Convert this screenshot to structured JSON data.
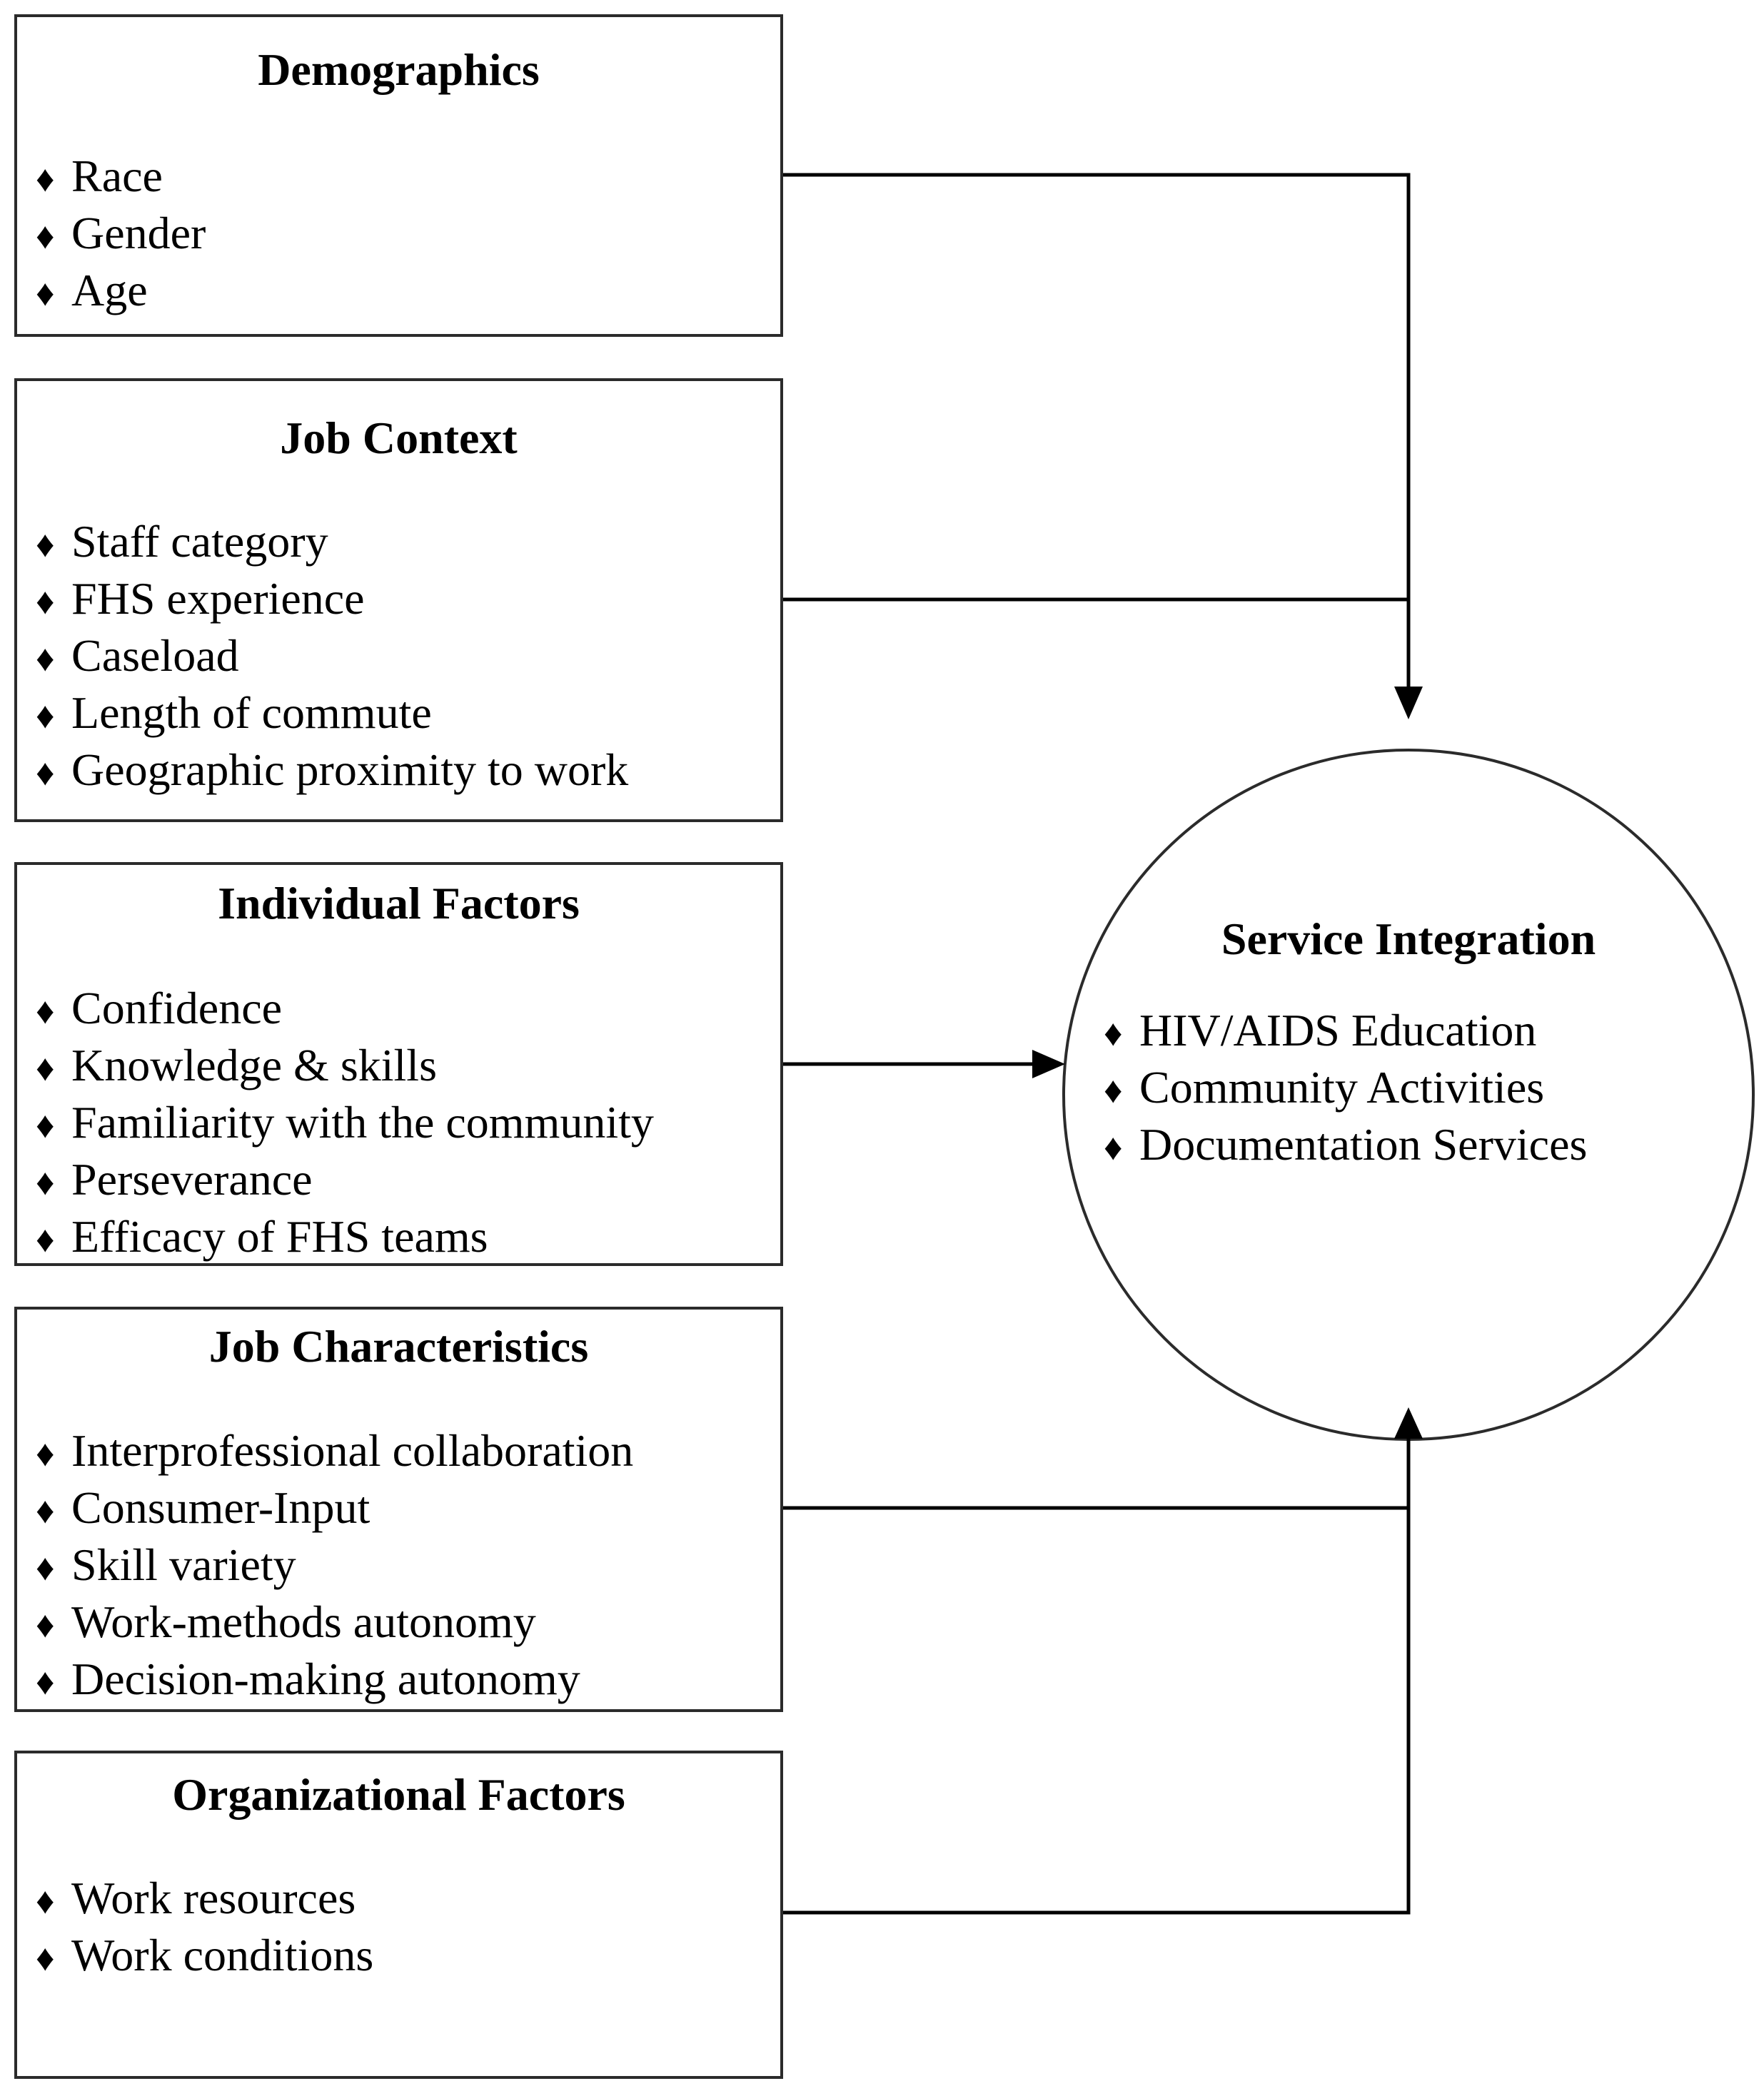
{
  "factors": [
    {
      "title": "Demographics",
      "items": [
        "Race",
        "Gender",
        "Age"
      ]
    },
    {
      "title": "Job Context",
      "items": [
        "Staff category",
        "FHS experience",
        "Caseload",
        "Length of commute",
        "Geographic proximity to work"
      ]
    },
    {
      "title": "Individual Factors",
      "items": [
        "Confidence",
        "Knowledge & skills",
        "Familiarity with the community",
        "Perseverance",
        "Efficacy of FHS teams"
      ]
    },
    {
      "title": "Job Characteristics",
      "items": [
        "Interprofessional collaboration",
        "Consumer-Input",
        "Skill variety",
        "Work-methods autonomy",
        "Decision-making autonomy"
      ]
    },
    {
      "title": "Organizational Factors",
      "items": [
        "Work resources",
        "Work conditions"
      ]
    }
  ],
  "outcome": {
    "title": "Service Integration",
    "items": [
      "HIV/AIDS Education",
      "Community Activities",
      "Documentation Services"
    ]
  },
  "bullet_glyph": "♦",
  "colors": {
    "line": "#000000",
    "border": "#2b2b2b",
    "background": "#ffffff"
  }
}
